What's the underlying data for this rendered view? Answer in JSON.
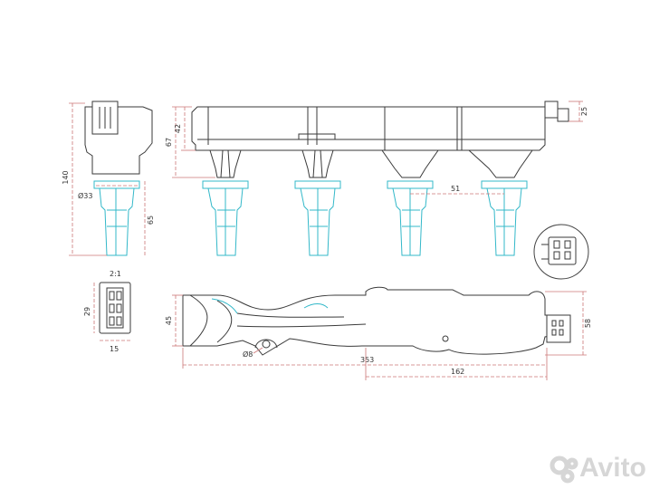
{
  "dimensions": {
    "height_total": "140",
    "diameter_boot": "Ø33",
    "boot_length": "65",
    "rail_height": "67",
    "rail_body": "42",
    "connector_height": "25",
    "coil_pitch": "51",
    "connector_scale": "2:1",
    "connector_height_29": "29",
    "connector_width": "15",
    "top_width": "45",
    "top_height": "58",
    "mount_hole": "Ø8",
    "overall_length": "353",
    "connector_offset": "162"
  },
  "watermark": {
    "text": "Avito"
  },
  "colors": {
    "outline": "#3a3a3a",
    "boots": "#33b8c9",
    "dimension_lines": "#cc7777"
  }
}
